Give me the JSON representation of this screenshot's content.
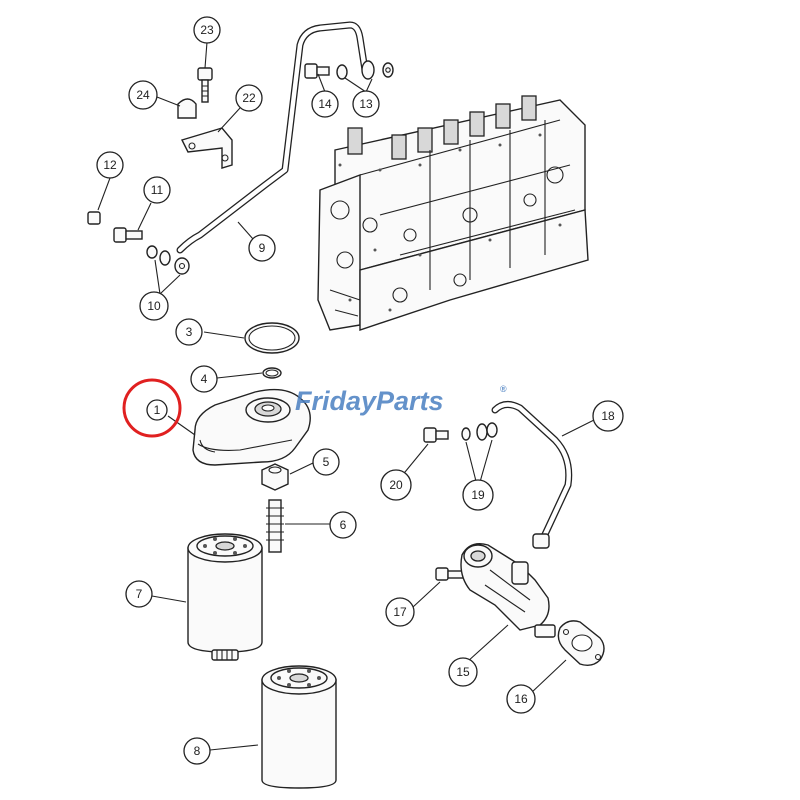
{
  "watermark": {
    "brand_part1": "Friday",
    "brand_part2": "Parts",
    "registered_mark": "®",
    "color": "#4a7fc1",
    "accent_color": "#f0a21a"
  },
  "highlight": {
    "target_callout": "1",
    "color": "#e02020"
  },
  "callouts": [
    {
      "id": "23",
      "label": "23"
    },
    {
      "id": "24",
      "label": "24"
    },
    {
      "id": "22",
      "label": "22"
    },
    {
      "id": "14",
      "label": "14"
    },
    {
      "id": "13",
      "label": "13"
    },
    {
      "id": "12",
      "label": "12"
    },
    {
      "id": "11",
      "label": "11"
    },
    {
      "id": "9",
      "label": "9"
    },
    {
      "id": "10",
      "label": "10"
    },
    {
      "id": "3",
      "label": "3"
    },
    {
      "id": "4",
      "label": "4"
    },
    {
      "id": "1",
      "label": "1"
    },
    {
      "id": "5",
      "label": "5"
    },
    {
      "id": "6",
      "label": "6"
    },
    {
      "id": "7",
      "label": "7"
    },
    {
      "id": "8",
      "label": "8"
    },
    {
      "id": "18",
      "label": "18"
    },
    {
      "id": "20",
      "label": "20"
    },
    {
      "id": "19",
      "label": "19"
    },
    {
      "id": "17",
      "label": "17"
    },
    {
      "id": "15",
      "label": "15"
    },
    {
      "id": "16",
      "label": "16"
    }
  ]
}
